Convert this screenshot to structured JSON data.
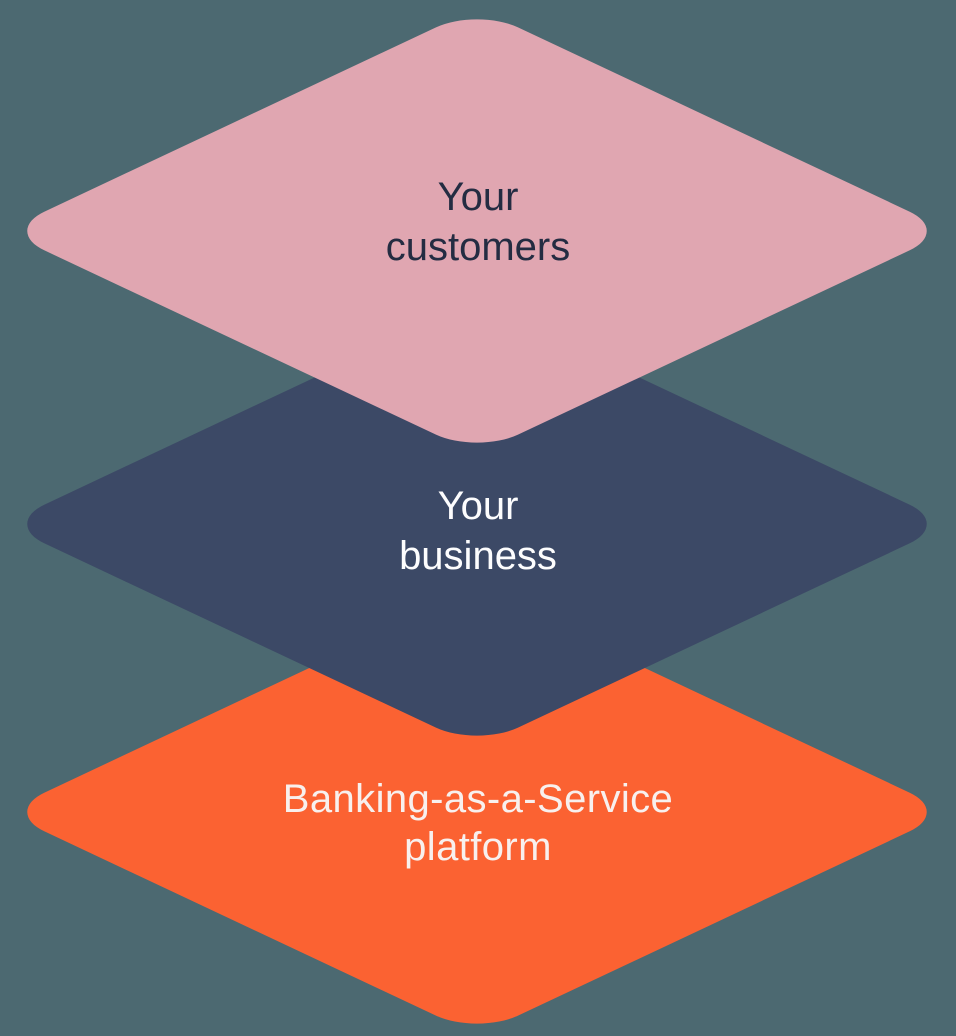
{
  "diagram": {
    "background_color": "#4c6971",
    "layers": [
      {
        "name": "customers",
        "label_line1": "Your",
        "label_line2": "customers",
        "shape_color": "#e0a6b1",
        "text_color": "#242c42"
      },
      {
        "name": "business",
        "label_line1": "Your",
        "label_line2": "business",
        "shape_color": "#3c4966",
        "text_color": "#fdfdfe"
      },
      {
        "name": "platform",
        "label_line1": "Banking-as-a-Service",
        "label_line2": "platform",
        "shape_color": "#fb6232",
        "text_color": "#f8f0ee"
      }
    ]
  }
}
